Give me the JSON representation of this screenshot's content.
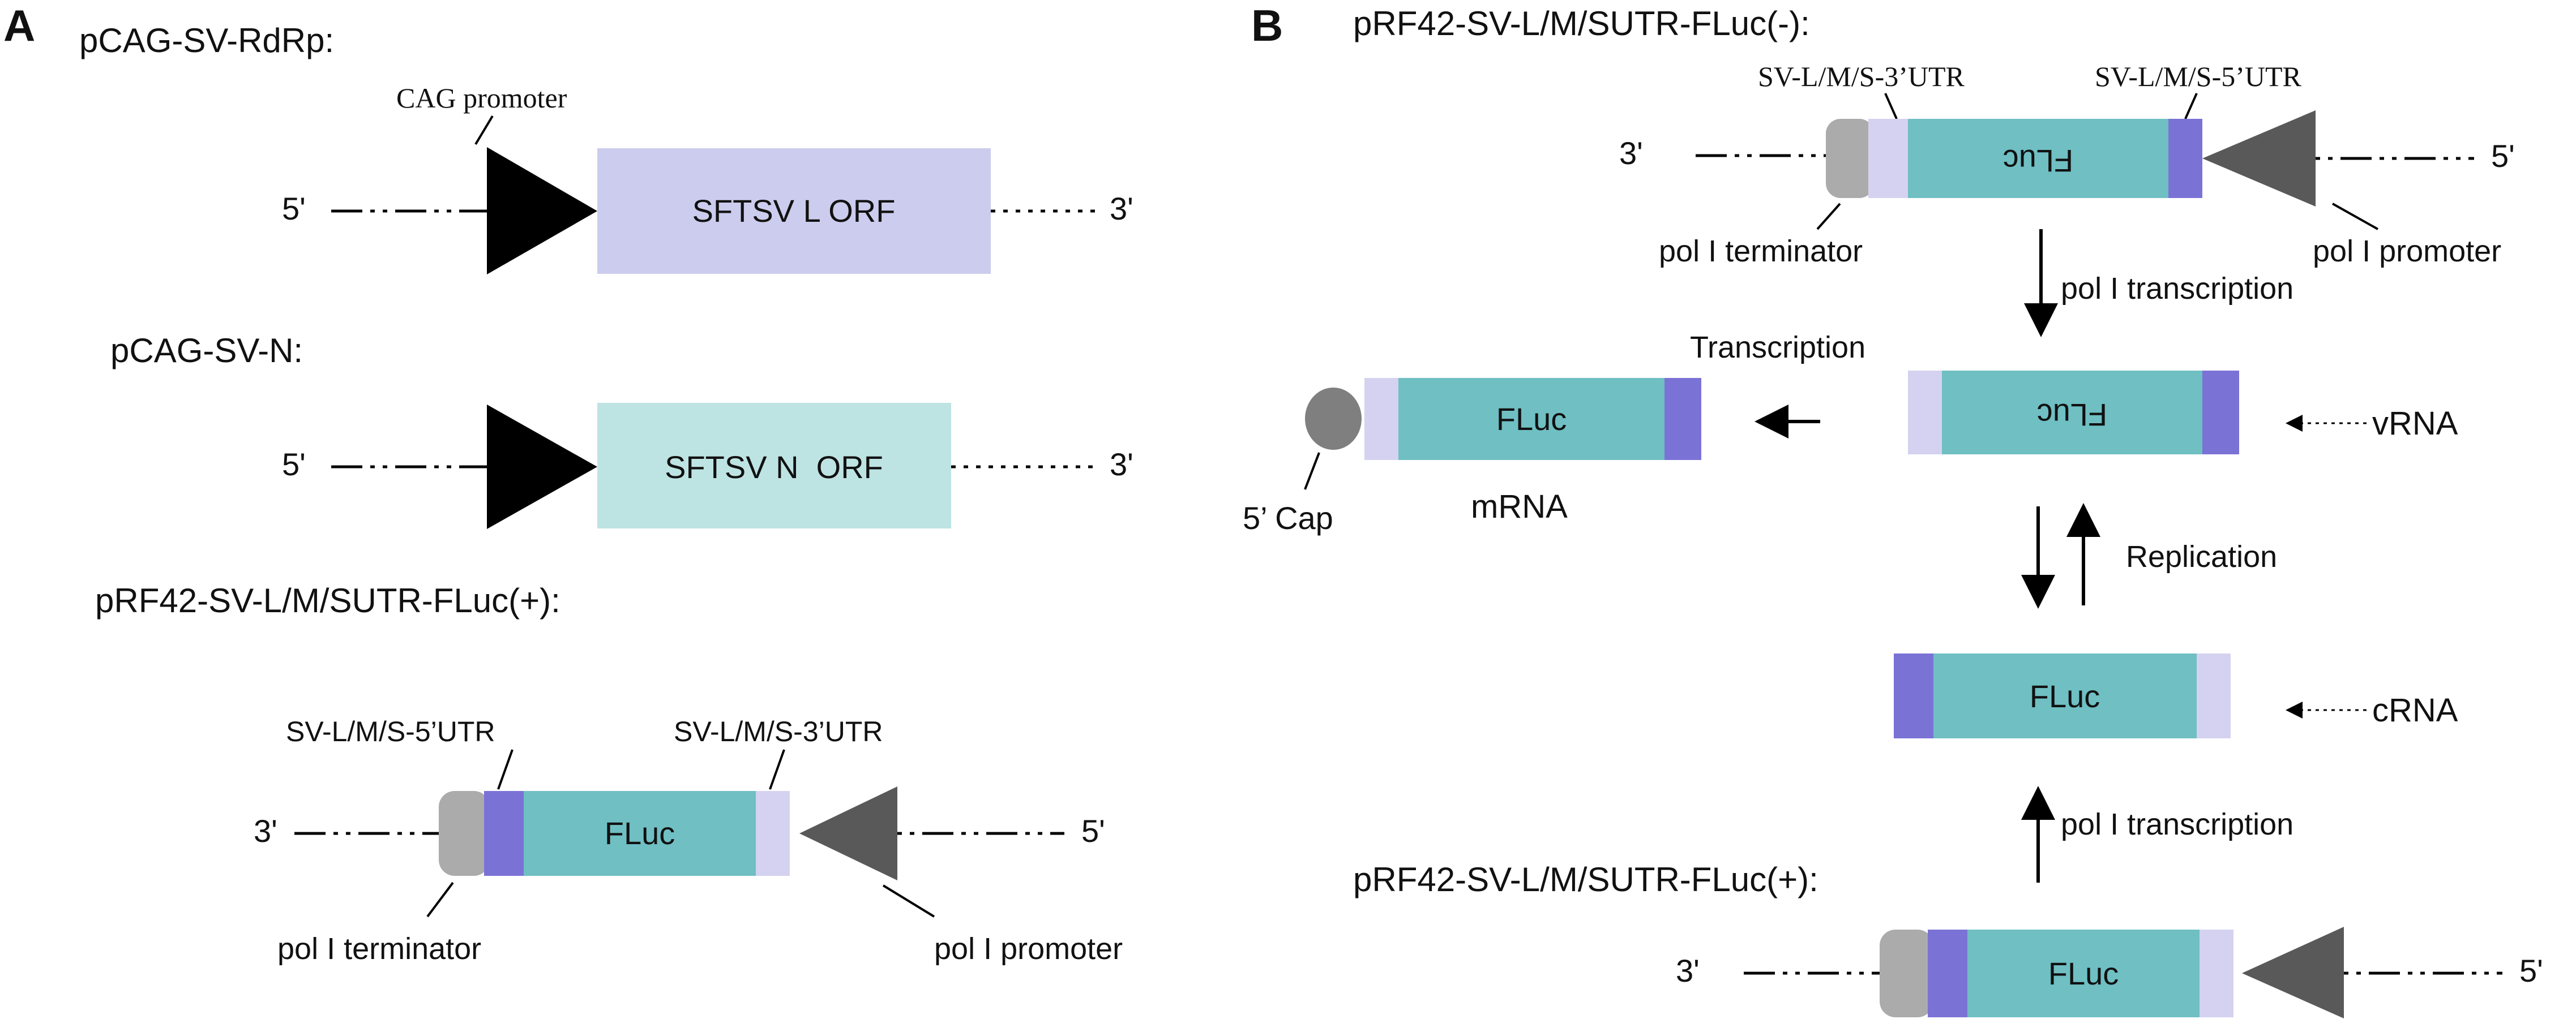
{
  "colors": {
    "rdrp_orf": "#CCCCEE",
    "n_orf": "#BEE3E3",
    "fluc": "#6FBFC3",
    "utr_purple": "#7B72D6",
    "utr_light": "#D4D2F0",
    "terminator_gray": "#ABABAB",
    "promoter_gray": "#595959",
    "cap_gray": "#7F7F7F",
    "black": "#000000"
  },
  "panel_a": {
    "label": "A",
    "rdrp": {
      "title": "pCAG-SV-RdRp:",
      "promoter_label": "CAG promoter",
      "five_prime": "5'",
      "three_prime": "3'",
      "orf": "SFTSV L ORF"
    },
    "n": {
      "title": "pCAG-SV-N:",
      "five_prime": "5'",
      "three_prime": "3'",
      "orf": "SFTSV N  ORF"
    },
    "fluc_plus": {
      "title": "pRF42-SV-L/M/SUTR-FLuc(+):",
      "utr5_label": "SV-L/M/S-5’UTR",
      "utr3_label": "SV-L/M/S-3’UTR",
      "three_prime": "3'",
      "five_prime": "5'",
      "fluc": "FLuc",
      "terminator": "pol I terminator",
      "promoter": "pol I promoter"
    }
  },
  "panel_b": {
    "label": "B",
    "fluc_minus": {
      "title": "pRF42-SV-L/M/SUTR-FLuc(-):",
      "utr3_label": "SV-L/M/S-3’UTR",
      "utr5_label": "SV-L/M/S-5’UTR",
      "three_prime": "3'",
      "five_prime": "5'",
      "fluc": "FLuc",
      "terminator": "pol I terminator",
      "promoter": "pol I promoter"
    },
    "step1": "pol I transcription",
    "transcription": "Transcription",
    "mrna": {
      "fluc": "FLuc",
      "cap": "5’ Cap",
      "label": "mRNA"
    },
    "vrna": {
      "fluc": "FLuc",
      "label": "vRNA"
    },
    "replication": "Replication",
    "crna": {
      "fluc": "FLuc",
      "label": "cRNA"
    },
    "step2": "pol I transcription",
    "fluc_plus": {
      "title": "pRF42-SV-L/M/SUTR-FLuc(+):",
      "three_prime": "3'",
      "five_prime": "5'",
      "fluc": "FLuc"
    }
  }
}
